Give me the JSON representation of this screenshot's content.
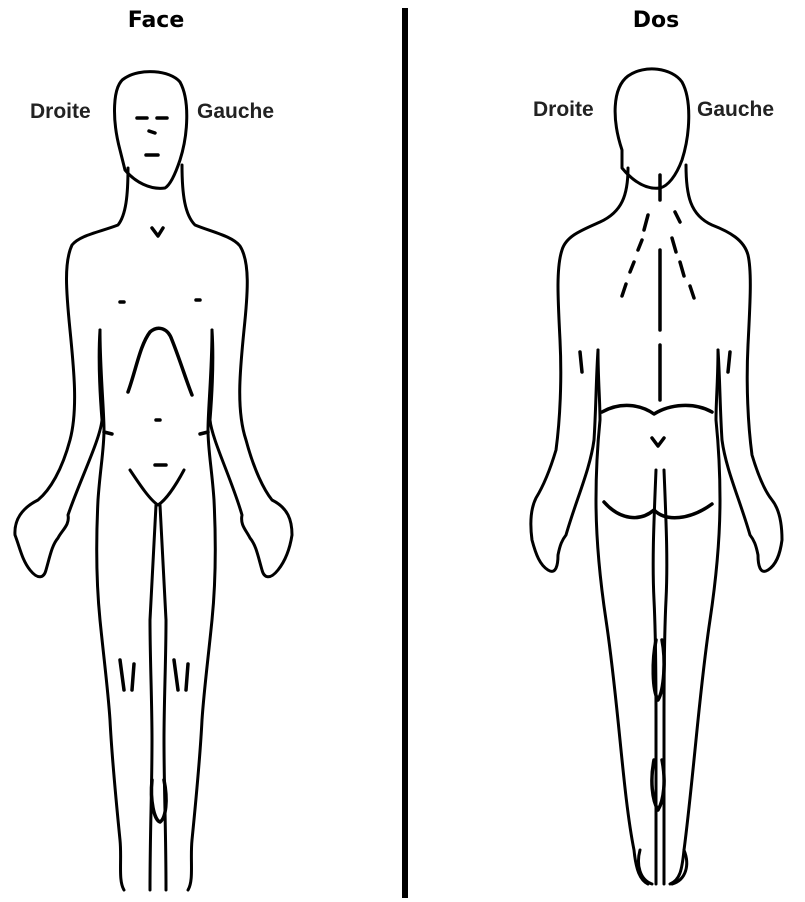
{
  "panels": [
    {
      "title": "Face",
      "right_label": "Droite",
      "left_label": "Gauche"
    },
    {
      "title": "Dos",
      "right_label": "Droite",
      "left_label": "Gauche"
    }
  ]
}
